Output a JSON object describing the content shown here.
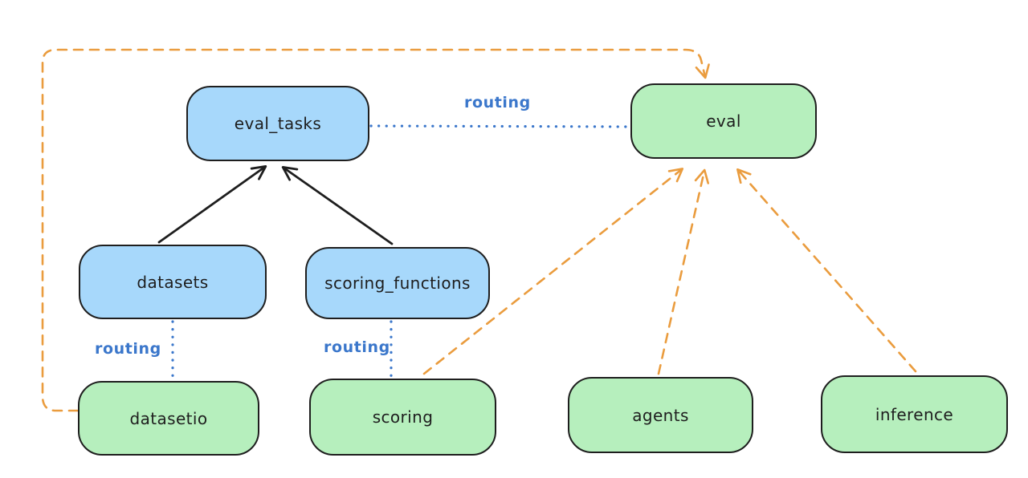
{
  "diagram": {
    "nodes": [
      {
        "id": "eval_tasks",
        "label": "eval_tasks",
        "fill": "#a7d8fb"
      },
      {
        "id": "eval",
        "label": "eval",
        "fill": "#b6efbd"
      },
      {
        "id": "datasets",
        "label": "datasets",
        "fill": "#a7d8fb"
      },
      {
        "id": "scoring_functions",
        "label": "scoring_functions",
        "fill": "#a7d8fb"
      },
      {
        "id": "datasetio",
        "label": "datasetio",
        "fill": "#b6efbd"
      },
      {
        "id": "scoring",
        "label": "scoring",
        "fill": "#b6efbd"
      },
      {
        "id": "agents",
        "label": "agents",
        "fill": "#b6efbd"
      },
      {
        "id": "inference",
        "label": "inference",
        "fill": "#b6efbd"
      }
    ],
    "edges": [
      {
        "from": "eval_tasks",
        "to": "eval",
        "style": "dotted",
        "color": "#3b77cb",
        "arrow": false,
        "label": "routing"
      },
      {
        "from": "datasets",
        "to": "datasetio",
        "style": "dotted",
        "color": "#3b77cb",
        "arrow": false,
        "label": "routing"
      },
      {
        "from": "scoring_functions",
        "to": "scoring",
        "style": "dotted",
        "color": "#3b77cb",
        "arrow": false,
        "label": "routing"
      },
      {
        "from": "datasets",
        "to": "eval_tasks",
        "style": "solid",
        "color": "#1e1e1e",
        "arrow": true
      },
      {
        "from": "scoring_functions",
        "to": "eval_tasks",
        "style": "solid",
        "color": "#1e1e1e",
        "arrow": true
      },
      {
        "from": "datasetio",
        "to": "eval",
        "style": "dashed",
        "color": "#ea9c3e",
        "arrow": true,
        "route": "around-left-and-top"
      },
      {
        "from": "scoring",
        "to": "eval",
        "style": "dashed",
        "color": "#ea9c3e",
        "arrow": true
      },
      {
        "from": "agents",
        "to": "eval",
        "style": "dashed",
        "color": "#ea9c3e",
        "arrow": true
      },
      {
        "from": "inference",
        "to": "eval",
        "style": "dashed",
        "color": "#ea9c3e",
        "arrow": true
      }
    ],
    "colors": {
      "blue_fill": "#a7d8fb",
      "green_fill": "#b6efbd",
      "stroke": "#1e1e1e",
      "routing_blue": "#3b77cb",
      "orange": "#ea9c3e",
      "background": "#ffffff"
    }
  }
}
